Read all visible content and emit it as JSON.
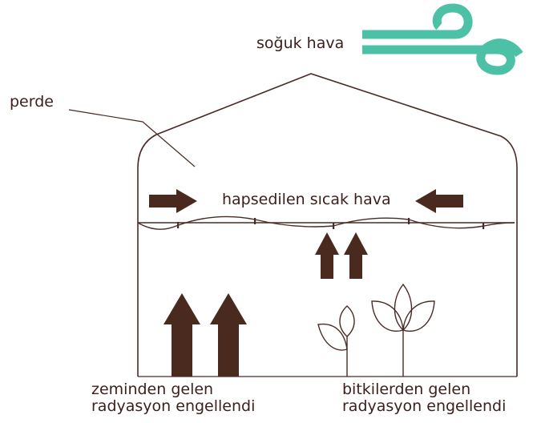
{
  "labels": {
    "cold_air": "soğuk hava",
    "curtain": "perde",
    "trapped_heat": "hapsedilen sıcak hava",
    "ground_line1": "zeminden gelen",
    "ground_line2": "radyasyon engellendi",
    "plants_line1": "bitkilerden gelen",
    "plants_line2": "radyasyon engellendi"
  },
  "colors": {
    "outline": "#4a2a24",
    "arrow": "#4a2a1f",
    "wind": "#4cc1a6",
    "text": "#3b1f1b"
  },
  "icons": {
    "wind": "wind-icon",
    "plant": "plant-icon",
    "arrow": "arrow-icon"
  }
}
